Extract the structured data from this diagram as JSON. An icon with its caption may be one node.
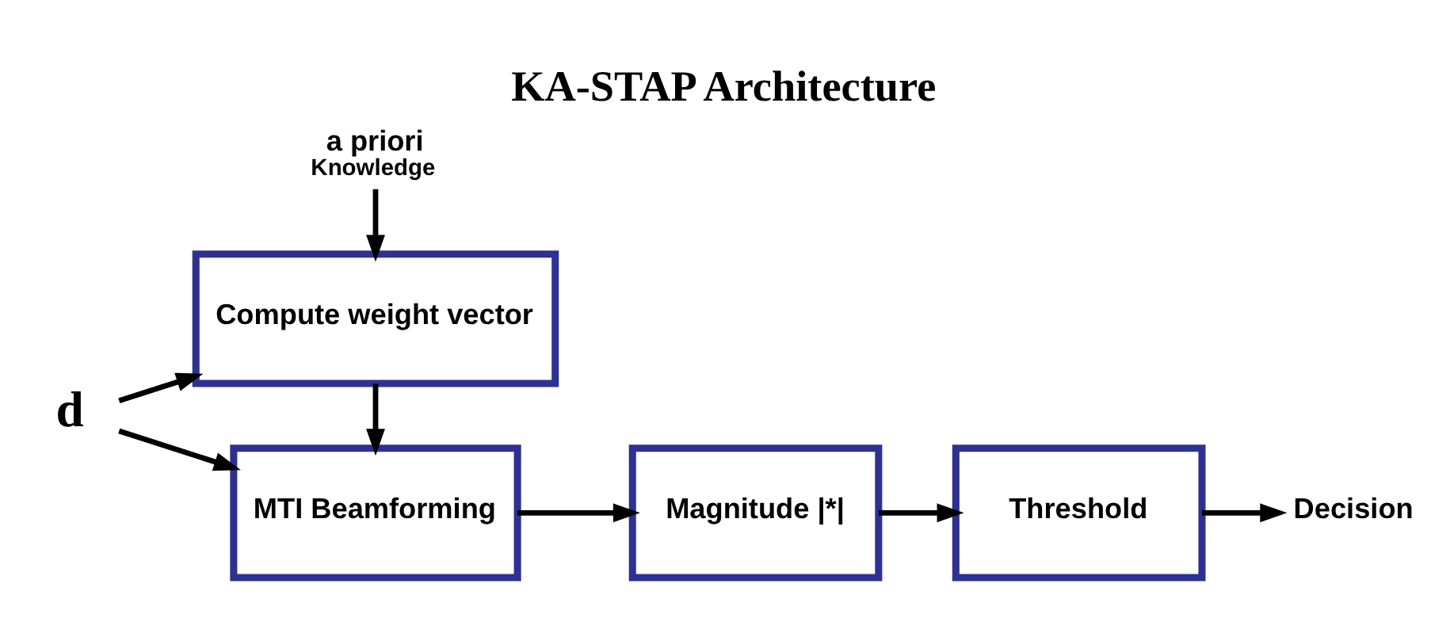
{
  "diagram": {
    "title": "KA-STAP Architecture",
    "nodes": [
      {
        "text": [
          "d"
        ]
      },
      {
        "text": [
          "MTI Beamforming"
        ]
      },
      {
        "text": [
          "Compute weight vector"
        ]
      },
      {
        "text": [
          "Magnitude |*|"
        ]
      },
      {
        "text": [
          "Threshold"
        ]
      },
      {
        "text": [
          "Decision"
        ]
      },
      {
        "text": [
          "a priori",
          "Knowledge"
        ]
      }
    ],
    "edges": [
      {
        "from": 0,
        "to": 1,
        "arrow": "to"
      },
      {
        "from": 0,
        "to": 2,
        "arrow": "to"
      },
      {
        "from": 2,
        "to": 1,
        "arrow": "to"
      },
      {
        "from": 1,
        "to": 3,
        "arrow": "to"
      },
      {
        "from": 3,
        "to": 4,
        "arrow": "to"
      },
      {
        "from": 4,
        "to": 5,
        "arrow": "to"
      },
      {
        "from": 6,
        "to": 2,
        "arrow": "to"
      }
    ]
  }
}
